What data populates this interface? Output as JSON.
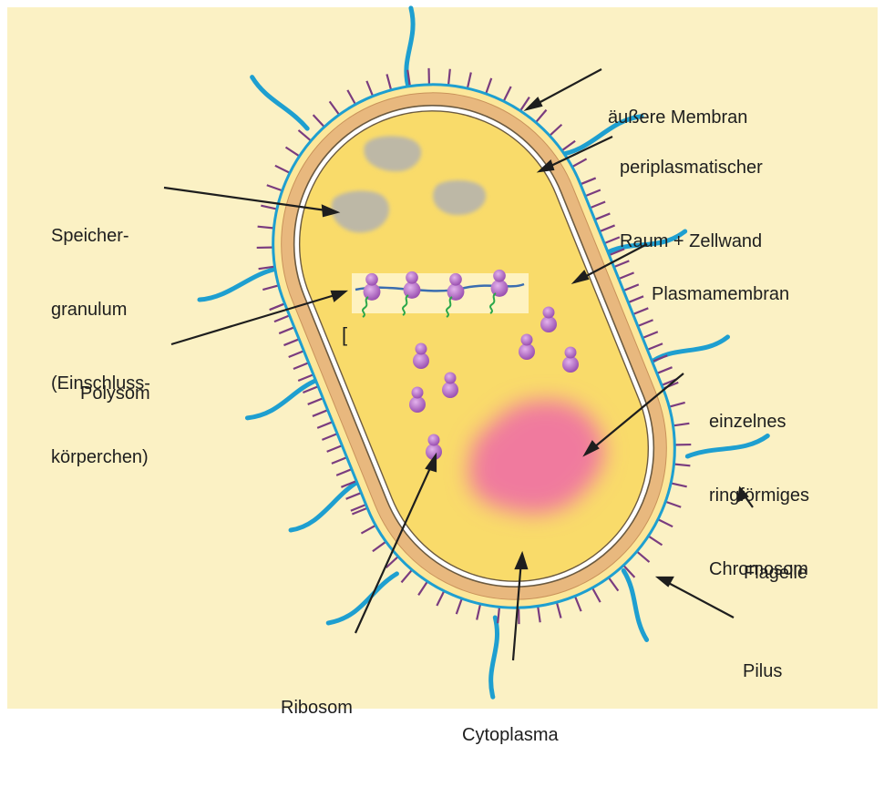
{
  "colors": {
    "background": "#FBF1C4",
    "outer_membrane": "#1E9FD0",
    "cell_wall": "#E8B87E",
    "cytoplasm": "#F9DB6A",
    "pili": "#7A3C7F",
    "ribosome": "#B86AC9",
    "chromosome": "#F07A9E",
    "granule": "#BDB8A6",
    "mrna": "#3A6DB0",
    "peptide": "#2BA84A"
  },
  "labels": {
    "outer_membrane": [
      "äußere Membran"
    ],
    "periplasm": [
      "periplasmatischer",
      "Raum + Zellwand"
    ],
    "storage_granule": [
      "Speicher-",
      "granulum",
      "(Einschluss-",
      "körperchen)"
    ],
    "plasma_membrane": [
      "Plasmamembran"
    ],
    "polysome": [
      "Polysom"
    ],
    "chromosome": [
      "einzelnes",
      "ringförmiges",
      "Chromosom"
    ],
    "flagellum": [
      "Flagelle"
    ],
    "pilus": [
      "Pilus"
    ],
    "ribosome": [
      "Ribosom"
    ],
    "cytoplasm": [
      "Cytoplasma"
    ],
    "polysome_bracket": "["
  }
}
